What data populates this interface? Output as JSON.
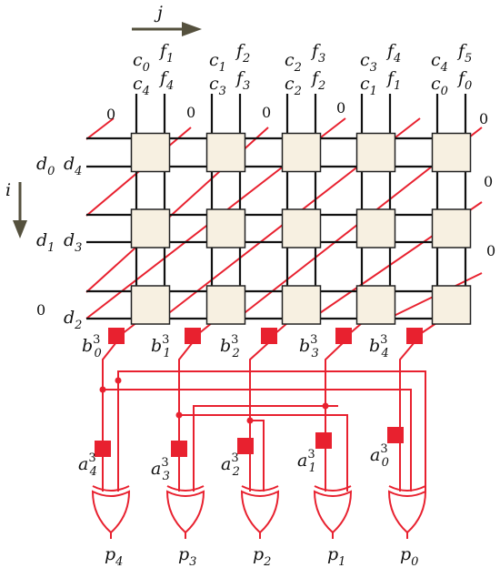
{
  "axes": {
    "j": "j",
    "i": "i"
  },
  "columns": [
    {
      "top": [
        "c",
        "0"
      ],
      "top_f": [
        "f",
        "1"
      ],
      "bot": [
        "c",
        "4"
      ],
      "bot_f": [
        "f",
        "4"
      ]
    },
    {
      "top": [
        "c",
        "1"
      ],
      "top_f": [
        "f",
        "2"
      ],
      "bot": [
        "c",
        "3"
      ],
      "bot_f": [
        "f",
        "3"
      ]
    },
    {
      "top": [
        "c",
        "2"
      ],
      "top_f": [
        "f",
        "3"
      ],
      "bot": [
        "c",
        "2"
      ],
      "bot_f": [
        "f",
        "2"
      ]
    },
    {
      "top": [
        "c",
        "3"
      ],
      "top_f": [
        "f",
        "4"
      ],
      "bot": [
        "c",
        "1"
      ],
      "bot_f": [
        "f",
        "1"
      ]
    },
    {
      "top": [
        "c",
        "4"
      ],
      "top_f": [
        "f",
        "5"
      ],
      "bot": [
        "c",
        "0"
      ],
      "bot_f": [
        "f",
        "0"
      ]
    }
  ],
  "rows": [
    {
      "left": [
        "d",
        "0"
      ],
      "right": [
        "d",
        "4"
      ]
    },
    {
      "left": [
        "d",
        "1"
      ],
      "right": [
        "d",
        "3"
      ]
    },
    {
      "left": [
        "0",
        ""
      ],
      "right": [
        "d",
        "2"
      ]
    }
  ],
  "diagonal_inputs": [
    "0",
    "0",
    "0",
    "0",
    "0",
    "0",
    "0"
  ],
  "b_labels": [
    [
      "b",
      "3",
      "0"
    ],
    [
      "b",
      "3",
      "1"
    ],
    [
      "b",
      "3",
      "2"
    ],
    [
      "b",
      "3",
      "3"
    ],
    [
      "b",
      "3",
      "4"
    ]
  ],
  "a_labels": [
    [
      "a",
      "3",
      "4"
    ],
    [
      "a",
      "3",
      "3"
    ],
    [
      "a",
      "3",
      "2"
    ],
    [
      "a",
      "3",
      "1"
    ],
    [
      "a",
      "3",
      "0"
    ]
  ],
  "p_labels": [
    [
      "p",
      "4"
    ],
    [
      "p",
      "3"
    ],
    [
      "p",
      "2"
    ],
    [
      "p",
      "1"
    ],
    [
      "p",
      "0"
    ]
  ],
  "colors": {
    "cell_fill": "#f7f0e1",
    "cell_stroke": "#222222",
    "red": "#e8212f",
    "black": "#111111",
    "axis_arrow": "#55513e"
  }
}
